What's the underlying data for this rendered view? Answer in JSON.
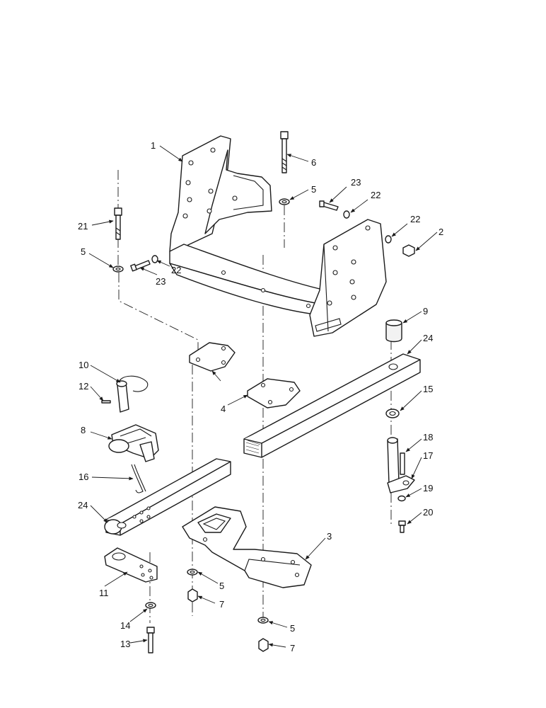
{
  "callouts": [
    {
      "id": "c1",
      "label": "1"
    },
    {
      "id": "c6",
      "label": "6"
    },
    {
      "id": "c5a",
      "label": "5"
    },
    {
      "id": "c23a",
      "label": "23"
    },
    {
      "id": "c22a",
      "label": "22"
    },
    {
      "id": "c22b",
      "label": "22"
    },
    {
      "id": "c2",
      "label": "2"
    },
    {
      "id": "c21",
      "label": "21"
    },
    {
      "id": "c5b",
      "label": "5"
    },
    {
      "id": "c23b",
      "label": "23"
    },
    {
      "id": "c22c",
      "label": "22"
    },
    {
      "id": "c9",
      "label": "9"
    },
    {
      "id": "c24a",
      "label": "24"
    },
    {
      "id": "c10",
      "label": "10"
    },
    {
      "id": "c12",
      "label": "12"
    },
    {
      "id": "c4",
      "label": "4"
    },
    {
      "id": "c15",
      "label": "15"
    },
    {
      "id": "c8",
      "label": "8"
    },
    {
      "id": "c18",
      "label": "18"
    },
    {
      "id": "c17",
      "label": "17"
    },
    {
      "id": "c16",
      "label": "16"
    },
    {
      "id": "c19",
      "label": "19"
    },
    {
      "id": "c24b",
      "label": "24"
    },
    {
      "id": "c20",
      "label": "20"
    },
    {
      "id": "c3",
      "label": "3"
    },
    {
      "id": "c11",
      "label": "11"
    },
    {
      "id": "c5c",
      "label": "5"
    },
    {
      "id": "c7a",
      "label": "7"
    },
    {
      "id": "c14",
      "label": "14"
    },
    {
      "id": "c5d",
      "label": "5"
    },
    {
      "id": "c13",
      "label": "13"
    },
    {
      "id": "c7b",
      "label": "7"
    }
  ]
}
